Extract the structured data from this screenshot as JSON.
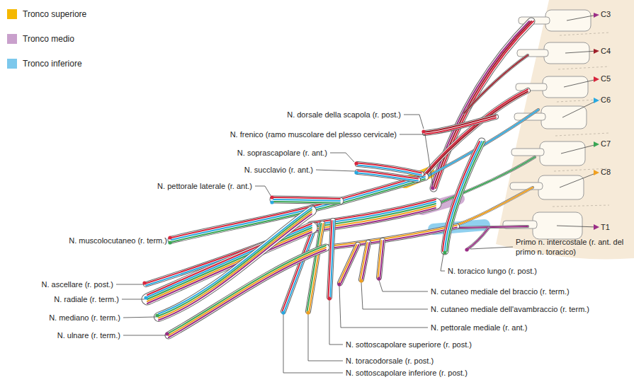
{
  "diagram": {
    "labels": [
      "C3",
      "C4",
      "C5",
      "C6",
      "N. dorsale della scapola (r. post.)",
      "N. frenico (ramo muscolare del plesso cervicale)",
      "N. soprascapolare (r. ant.)",
      "C7",
      "N. succlavio (r. ant.)",
      "C8",
      "N. pettorale laterale (r. ant.)",
      "T1",
      "N. muscolocutaneo (r. term.)",
      "Primo n. intercostale (r. ant. del primo n. toracico)",
      "N. toracico lungo (r. post.)",
      "N. ascellare (r. post.)",
      "N. cutaneo mediale del braccio (r. term.)",
      "N. radiale (r. term.)",
      "N. cutaneo mediale dell'avambraccio (r. term.)",
      "N. mediano (r. term.)",
      "N. pettorale mediale (r. ant.)",
      "N. ulnare (r. term.)",
      "N. sottoscapolare superiore (r. post.)",
      "N. toracodorsale (r. post.)",
      "N. sottoscapolare inferiore (r. post.)"
    ],
    "legend": [
      {
        "text": "Tronco superiore",
        "color": "#f5b800"
      },
      {
        "text": "Tronco medio",
        "color": "#c9a0cc"
      },
      {
        "text": "Tronco inferiore",
        "color": "#7cc8ec"
      }
    ]
  }
}
